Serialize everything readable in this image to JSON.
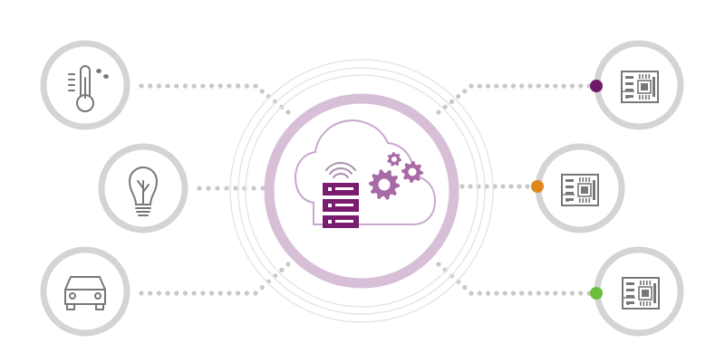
{
  "colors": {
    "background": "#ffffff",
    "node_ring": "#d4d4d4",
    "icon_stroke": "#777777",
    "connector_dot": "#c8c8c8",
    "hub_ring": "#d7bfd8",
    "hub_thin_rings": "#e6e6e6",
    "cloud_stroke": "#c9a6cf",
    "server_fill": "#7a1d6f",
    "gear_fill": "#a76aa6",
    "port_thermo": "#6e1a67",
    "port_middle": "#e0861f",
    "port_bottom": "#6cbd3a"
  },
  "hub": {
    "icons": [
      "cloud-icon",
      "server-rack-icon",
      "wifi-icon",
      "gear-icon"
    ]
  },
  "nodes": {
    "left": [
      {
        "id": "thermometer",
        "icon": "thermometer-icon"
      },
      {
        "id": "lightbulb",
        "icon": "lightbulb-icon"
      },
      {
        "id": "car",
        "icon": "car-icon"
      }
    ],
    "right": [
      {
        "id": "board-top",
        "icon": "circuit-board-icon",
        "port_color": "#6e1a67"
      },
      {
        "id": "board-middle",
        "icon": "circuit-board-icon",
        "port_color": "#e0861f"
      },
      {
        "id": "board-bottom",
        "icon": "circuit-board-icon",
        "port_color": "#6cbd3a"
      }
    ]
  }
}
